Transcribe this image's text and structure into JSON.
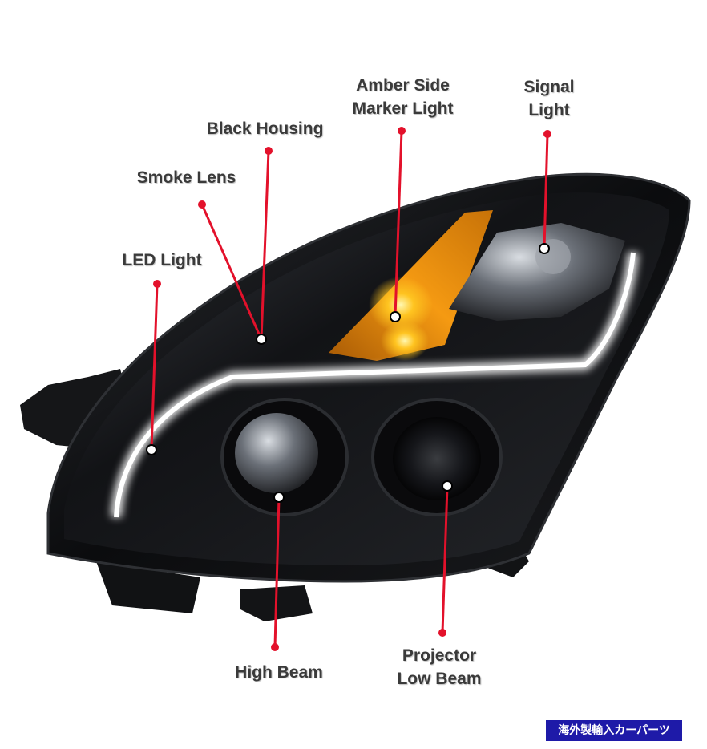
{
  "callouts": {
    "amber_side_marker": [
      "Amber Side",
      "Marker Light"
    ],
    "signal": [
      "Signal",
      "Light"
    ],
    "black_housing": [
      "Black Housing"
    ],
    "smoke_lens": [
      "Smoke Lens"
    ],
    "led_light": [
      "LED Light"
    ],
    "high_beam": [
      "High Beam"
    ],
    "projector_low_beam": [
      "Projector",
      "Low Beam"
    ]
  },
  "watermark": "海外製輸入カーパーツ",
  "colors": {
    "leader": "#e3112b",
    "housing": "#0b0c0e",
    "amber": "#f59a12",
    "led": "#ffffff",
    "watermark_bg": "#1e1aa8"
  }
}
